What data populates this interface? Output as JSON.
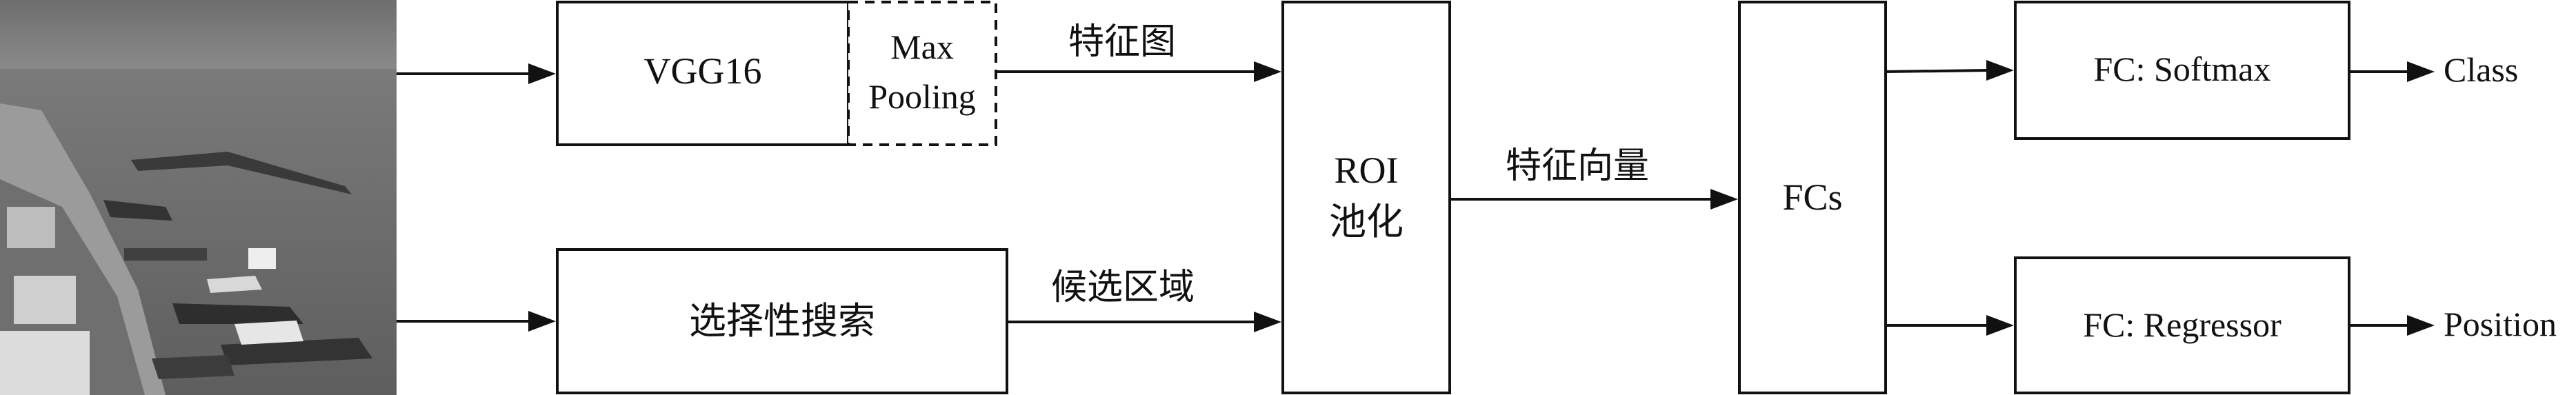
{
  "photo": {
    "kind": "grayscale harbor photo with moored boats"
  },
  "boxes": {
    "vgg": "VGG16",
    "maxpool_line1": "Max",
    "maxpool_line2": "Pooling",
    "selective_search": "选择性搜索",
    "roi_line1": "ROI",
    "roi_line2": "池化",
    "fcs": "FCs",
    "fc_softmax": "FC: Softmax",
    "fc_regressor": "FC: Regressor"
  },
  "arrow_labels": {
    "feature_map": "特征图",
    "candidate_regions": "候选区域",
    "feature_vector": "特征向量"
  },
  "outputs": {
    "class": "Class",
    "position": "Position"
  }
}
